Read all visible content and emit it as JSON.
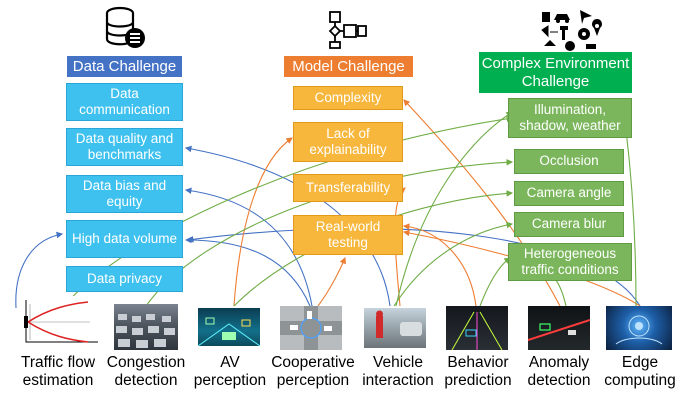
{
  "headers": {
    "data": "Data Challenge",
    "model": "Model Challenge",
    "env": "Complex Environment Challenge"
  },
  "data_challenges": [
    "Data communication",
    "Data quality and benchmarks",
    "Data bias and equity",
    "High data volume",
    "Data privacy"
  ],
  "model_challenges": [
    "Complexity",
    "Lack of explainability",
    "Transferability",
    "Real-world testing"
  ],
  "env_challenges": [
    "Illumination, shadow, weather",
    "Occlusion",
    "Camera angle",
    "Camera blur",
    "Heterogeneous traffic conditions"
  ],
  "applications": [
    "Traffic flow estimation",
    "Congestion detection",
    "AV perception",
    "Cooperative perception",
    "Vehicle interaction",
    "Behavior prediction",
    "Anomaly detection",
    "Edge computing"
  ],
  "colors": {
    "data_header": "#4472c4",
    "model_header": "#ed7d31",
    "env_header": "#00b050",
    "link_blue": "#4472c4",
    "link_orange": "#ed7d31",
    "link_green": "#70ad47"
  },
  "icons": [
    "database-icon",
    "flowchart-icon",
    "environment-icons"
  ]
}
